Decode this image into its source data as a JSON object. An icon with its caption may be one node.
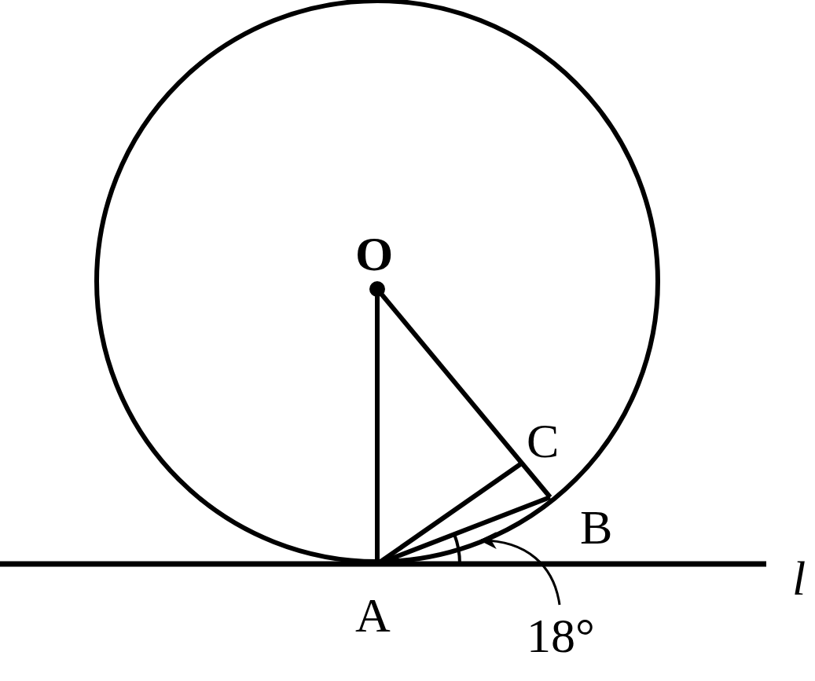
{
  "diagram": {
    "nodes": [
      {
        "text": [
          "18°"
        ]
      },
      {
        "text": [],
        "shape": "arc"
      }
    ],
    "edges": [
      {
        "from": 0,
        "to": 1,
        "arrow": "to"
      }
    ],
    "labels": [
      "O",
      "C",
      "B",
      "l",
      "A"
    ]
  }
}
